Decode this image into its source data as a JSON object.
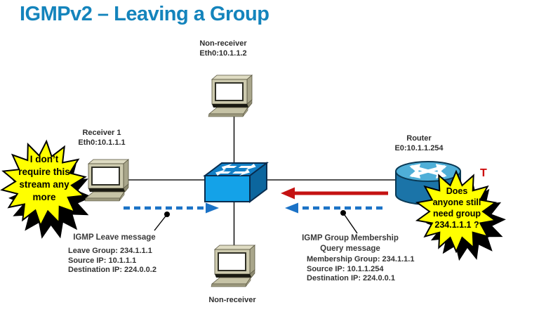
{
  "title": "IGMPv2 – Leaving a Group",
  "colors": {
    "title_blue": "#1484BC",
    "arrow_red": "#C41212",
    "arrow_blue": "#1B72C6",
    "bubble_yellow": "#FFFF00",
    "switch_blue": "#14A2E8",
    "router_blue": "#1B74A8",
    "timer_red": "#CC0000"
  },
  "nodes": {
    "top_host": {
      "name": "Non-receiver",
      "interface": "Eth0:10.1.1.2"
    },
    "left_host": {
      "name": "Receiver 1",
      "interface": "Eth0:10.1.1.1"
    },
    "bottom_host": {
      "name": "Non-receiver"
    },
    "router": {
      "name": "Router",
      "interface": "E0:10.1.1.254"
    }
  },
  "bubbles": {
    "left": {
      "lines": [
        "I don’t",
        "require this",
        "stream any",
        "more"
      ]
    },
    "right": {
      "lines": [
        "Does",
        "anyone still",
        "need group",
        "234.1.1.1 ?"
      ]
    }
  },
  "messages": {
    "leave": {
      "header": "IGMP Leave message",
      "details": [
        "Leave Group: 234.1.1.1",
        "Source IP: 10.1.1.1",
        "Destination IP: 224.0.0.2"
      ]
    },
    "query": {
      "header_line1": "IGMP Group Membership",
      "header_line2": "Query message",
      "details": [
        "Membership Group: 234.1.1.1",
        "Source IP: 10.1.1.254",
        "Destination IP: 224.0.0.1"
      ]
    }
  },
  "annotations": {
    "timer": "T"
  },
  "icons": [
    "host-computer-icon",
    "switch-icon",
    "router-icon",
    "leave-arrow-icon",
    "query-arrow-icon",
    "multicast-stream-arrow-icon",
    "starburst-callout-icon"
  ]
}
